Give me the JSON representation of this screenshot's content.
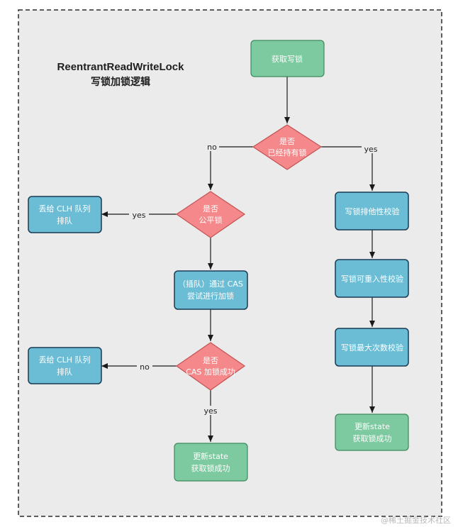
{
  "title": {
    "line1": "ReentrantReadWriteLock",
    "line2": "写锁加锁逻辑"
  },
  "nodes": {
    "start": [
      "获取写锁"
    ],
    "held_decision": [
      "是否",
      "已经持有锁"
    ],
    "fair_decision": [
      "是否",
      "公平锁"
    ],
    "enqueue_1": [
      "丢给 CLH 队列",
      "排队"
    ],
    "cas_try": [
      "（插队）通过 CAS",
      "尝试进行加锁"
    ],
    "cas_decision": [
      "是否",
      "CAS 加锁成功"
    ],
    "enqueue_2": [
      "丢给 CLH 队列",
      "排队"
    ],
    "success_left": [
      "更新state",
      "获取锁成功"
    ],
    "exclusive_check": [
      "写锁排他性校验"
    ],
    "reentrant_check": [
      "写锁可重入性校验"
    ],
    "max_count_check": [
      "写锁最大次数校验"
    ],
    "success_right": [
      "更新state",
      "获取锁成功"
    ]
  },
  "edge_labels": {
    "held_no": "no",
    "held_yes": "yes",
    "fair_yes": "yes",
    "cas_no": "no",
    "cas_yes": "yes"
  },
  "watermark": "@稀土掘金技术社区",
  "colors": {
    "background": "#ebebeb",
    "border": "#2b2b2b",
    "green_fill": "#7dc9a0",
    "green_stroke": "#3d8a5e",
    "red_fill": "#f4888a",
    "red_stroke": "#c45252",
    "blue_fill": "#6bbdd5",
    "blue_stroke": "#1b3b55",
    "edge": "#1a1a1a"
  }
}
